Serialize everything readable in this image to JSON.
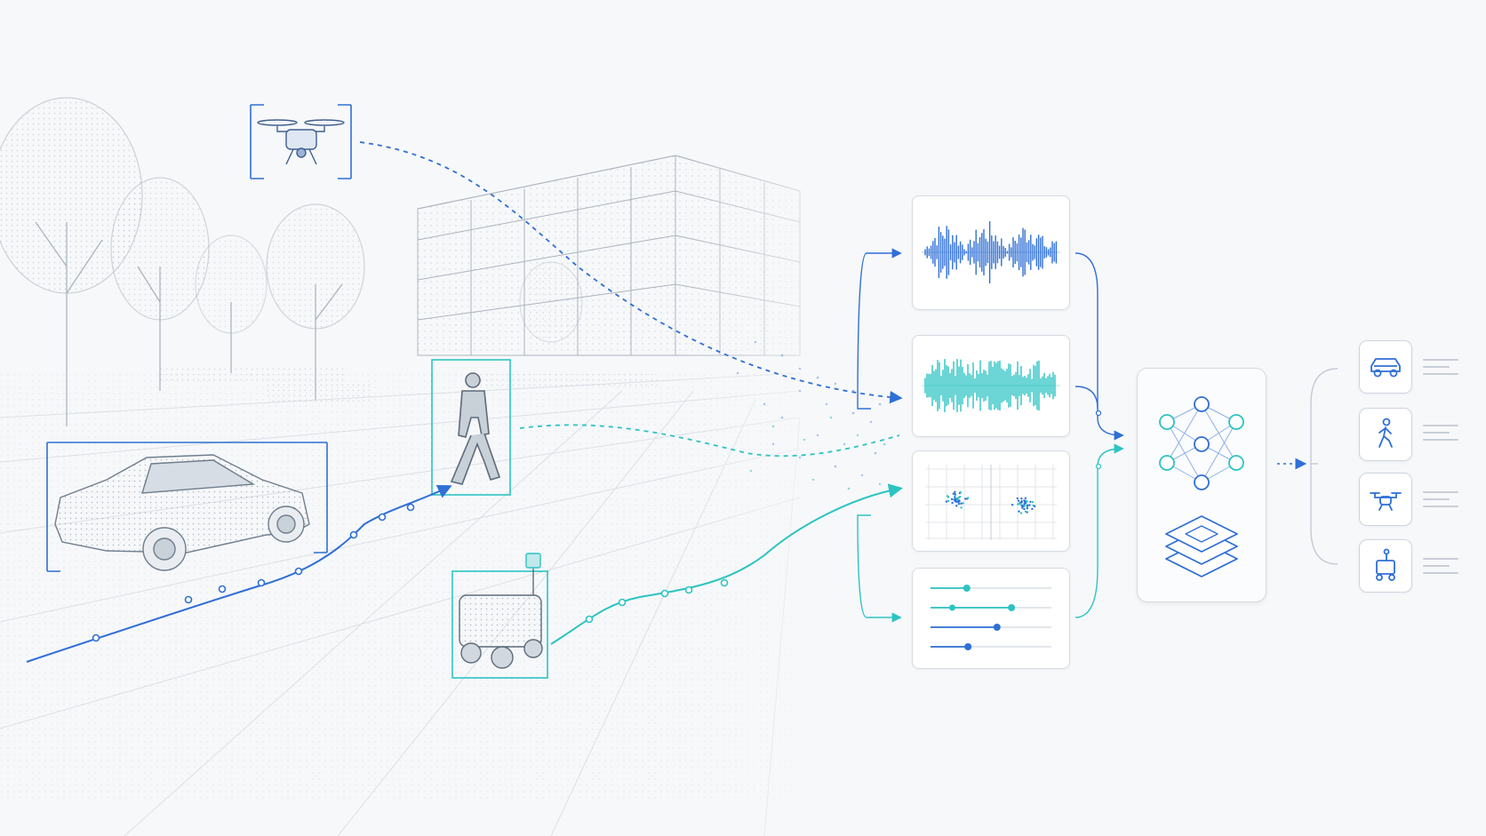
{
  "colors": {
    "blue": "#2f6fd6",
    "teal": "#2cc3c3",
    "panel_border": "#d6dbe2",
    "sketch": "#b9c2cc"
  },
  "scene": {
    "objects": [
      "drone-icon",
      "car-icon",
      "pedestrian-icon",
      "delivery-robot-icon",
      "building-icon",
      "tree-icon"
    ]
  },
  "sensor_panels": [
    {
      "name": "audio-waveform-panel",
      "icon": "waveform-icon"
    },
    {
      "name": "radar-signal-panel",
      "icon": "signal-bars-icon"
    },
    {
      "name": "scatter-grid-panel",
      "icon": "scatter-icon"
    },
    {
      "name": "parameter-sliders-panel",
      "icon": "slider-icon",
      "slider_levels": [
        0.3,
        0.67,
        0.55,
        0.31
      ]
    }
  ],
  "fusion_hub": {
    "icons": [
      "neural-network-icon",
      "layers-icon"
    ]
  },
  "outputs": [
    {
      "name": "output-car",
      "icon": "car-icon"
    },
    {
      "name": "output-pedestrian",
      "icon": "pedestrian-icon"
    },
    {
      "name": "output-drone",
      "icon": "drone-icon"
    },
    {
      "name": "output-robot",
      "icon": "robot-icon"
    }
  ]
}
